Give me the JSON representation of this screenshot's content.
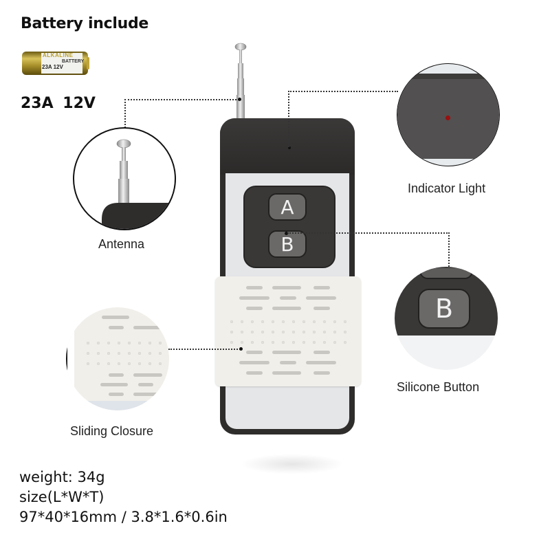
{
  "header": {
    "title": "Battery include",
    "battery_spec": "23A  12V"
  },
  "battery": {
    "brand": "ALKALINE",
    "type": "BATTERY",
    "model": "23A 12V",
    "colors": {
      "gold": "#b8a030",
      "label": "#f2f2ee"
    }
  },
  "remote": {
    "buttons": [
      {
        "label": "A"
      },
      {
        "label": "B"
      }
    ],
    "colors": {
      "body": "#2f2d2c",
      "face": "#e4e6e8",
      "sleeve": "#f1efea",
      "key": "#6b6968"
    }
  },
  "callouts": {
    "antenna": {
      "label": "Antenna"
    },
    "indicator": {
      "label": "Indicator Light",
      "led_color": "#9a1010"
    },
    "silicone_button": {
      "label": "Silicone Button",
      "key_label": "B"
    },
    "sliding_closure": {
      "label": "Sliding Closure"
    }
  },
  "specs": {
    "weight": "weight: 34g",
    "size_label": "size(L*W*T)",
    "dimensions": "97*40*16mm / 3.8*1.6*0.6in"
  }
}
